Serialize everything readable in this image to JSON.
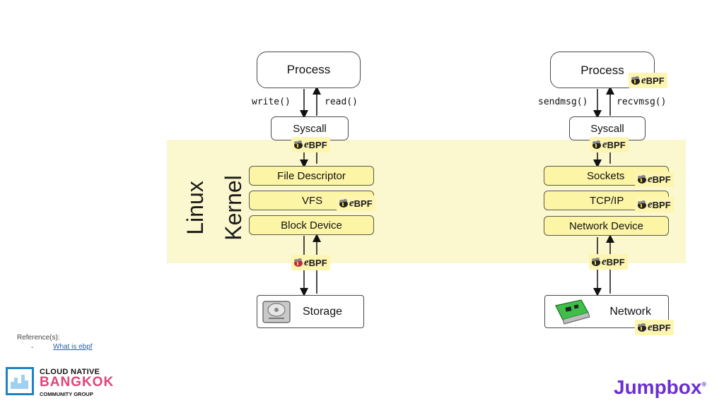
{
  "diagram": {
    "kernel_label_line1": "Linux",
    "kernel_label_line2": "Kernel",
    "ebpf_label": "BPF",
    "ebpf_prefix": "e",
    "left": {
      "process": "Process",
      "call_down": "write()",
      "call_up": "read()",
      "syscall": "Syscall",
      "layers": [
        "File Descriptor",
        "VFS",
        "Block Device"
      ],
      "device": "Storage"
    },
    "right": {
      "process": "Process",
      "call_down": "sendmsg()",
      "call_up": "recvmsg()",
      "syscall": "Syscall",
      "layers": [
        "Sockets",
        "TCP/IP",
        "Network Device"
      ],
      "device": "Network"
    }
  },
  "footer": {
    "reference_heading": "Reference(s):",
    "reference_dash": "-",
    "reference_link": "What is ebpf",
    "community_line1": "CLOUD NATIVE",
    "community_line2": "BANGKOK",
    "community_line3": "COMMUNITY GROUP",
    "brand": "Jumpbox",
    "brand_mark": "®"
  },
  "colors": {
    "kernel_band": "#fbf8cf",
    "layer_fill": "#fdf5a6",
    "ebpf_badge": "#fdf5b0",
    "brand_purple": "#6b2fd0",
    "community_blue": "#1f82c9",
    "community_pink": "#e0447a",
    "link_blue": "#2a5db0"
  }
}
